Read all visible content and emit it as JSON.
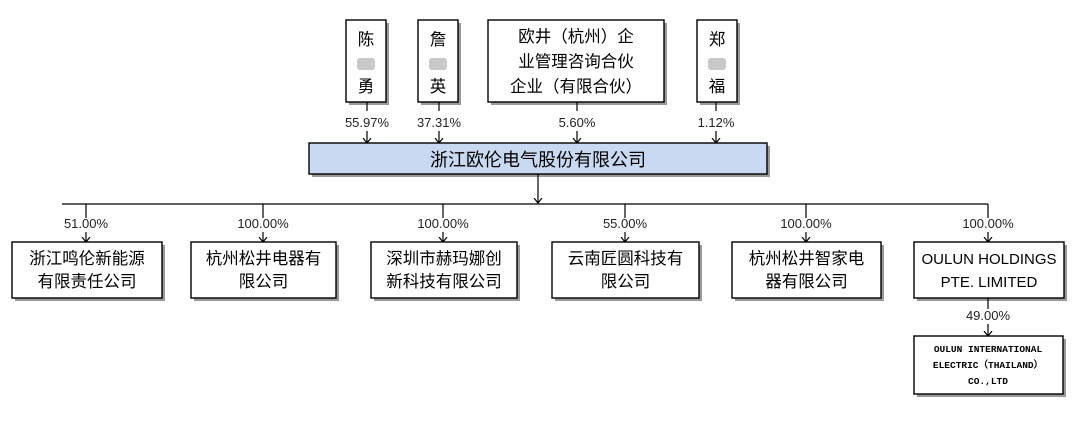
{
  "shareholders": [
    {
      "lines": [
        "陈",
        "",
        "勇"
      ],
      "masked": true,
      "pct": "55.97%"
    },
    {
      "lines": [
        "詹",
        "",
        "英"
      ],
      "masked": true,
      "pct": "37.31%"
    },
    {
      "lines": [
        "欧井（杭州）企",
        "业管理咨询合伙",
        "企业（有限合伙）"
      ],
      "masked": false,
      "pct": "5.60%"
    },
    {
      "lines": [
        "郑",
        "",
        "福"
      ],
      "masked": true,
      "pct": "1.12%"
    }
  ],
  "company": {
    "name": "浙江欧伦电气股份有限公司"
  },
  "subsidiaries": [
    {
      "lines": [
        "浙江鸣伦新能源",
        "有限责任公司"
      ],
      "pct": "51.00%"
    },
    {
      "lines": [
        "杭州松井电器有",
        "限公司"
      ],
      "pct": "100.00%"
    },
    {
      "lines": [
        "深圳市赫玛娜创",
        "新科技有限公司"
      ],
      "pct": "100.00%"
    },
    {
      "lines": [
        "云南匠圆科技有",
        "限公司"
      ],
      "pct": "55.00%"
    },
    {
      "lines": [
        "杭州松井智家电",
        "器有限公司"
      ],
      "pct": "100.00%"
    },
    {
      "lines": [
        "OULUN HOLDINGS",
        "PTE. LIMITED"
      ],
      "pct": "100.00%"
    }
  ],
  "sub_subsidiary": {
    "lines": [
      "OULUN INTERNATIONAL",
      "ELECTRIC（THAILAND）",
      "CO.,LTD"
    ],
    "pct": "49.00%"
  }
}
